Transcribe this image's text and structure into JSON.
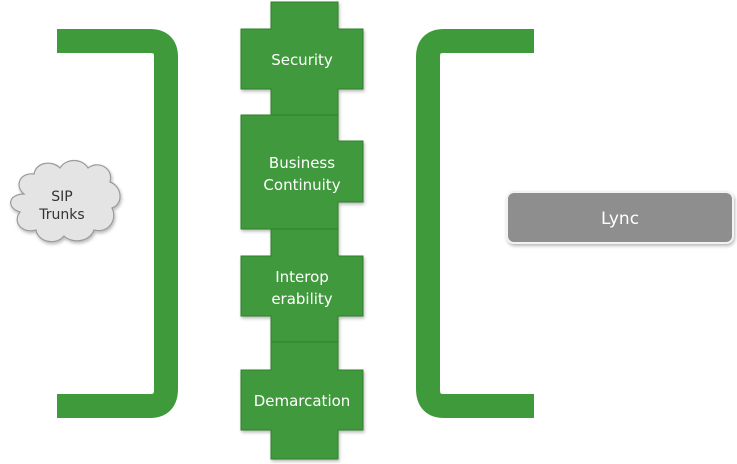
{
  "colors": {
    "green": "#3f9a3c",
    "green_edge": "#2f7f2c",
    "cloud_fill": "#e4e4e4",
    "cloud_stroke": "#9a9a9a",
    "lync_fill": "#8e8e8e"
  },
  "cloud": {
    "line1": "SIP",
    "line2": "Trunks"
  },
  "blocks": {
    "security": "Security",
    "business_line1": "Business",
    "business_line2": "Continuity",
    "interop_line1": "Interop",
    "interop_line2": "erability",
    "demarcation": "Demarcation"
  },
  "lync": {
    "label": "Lync"
  }
}
